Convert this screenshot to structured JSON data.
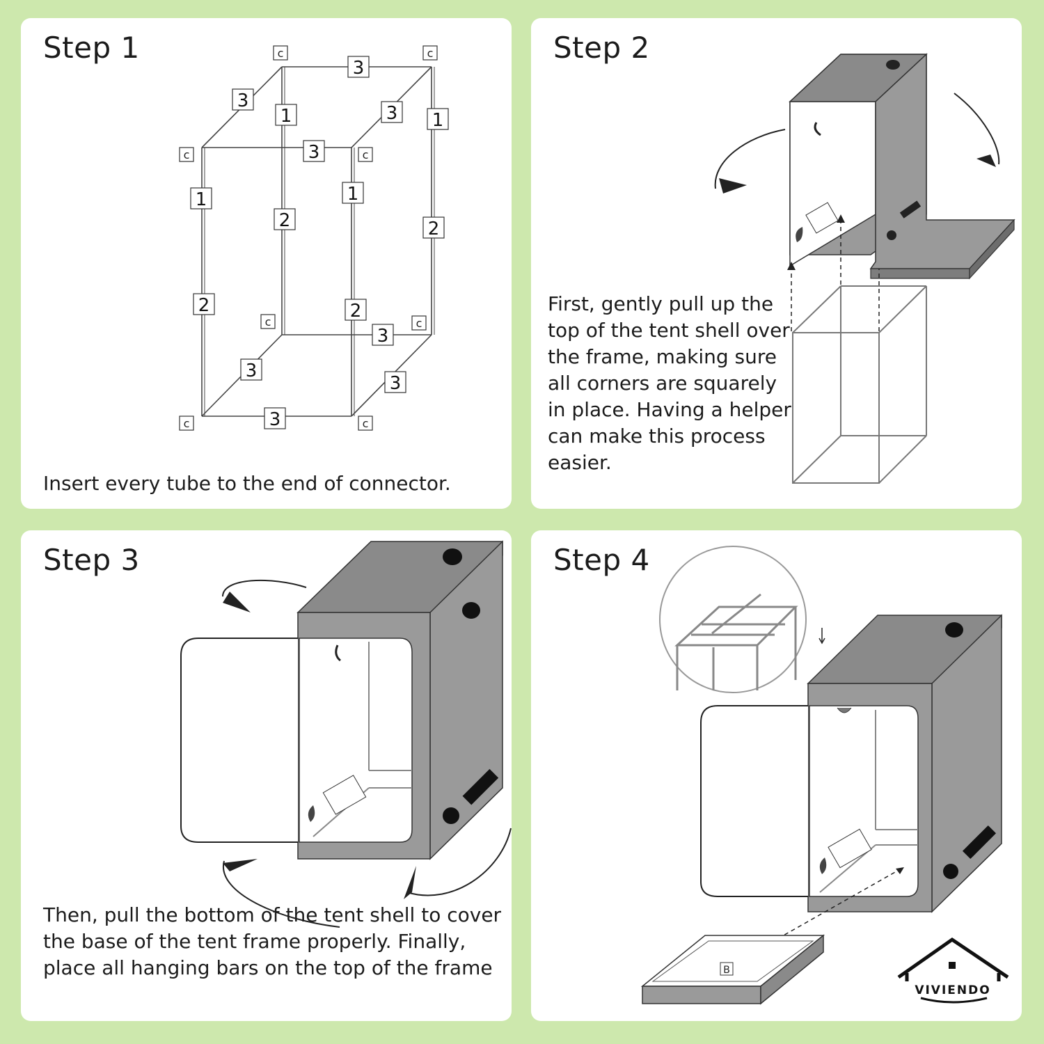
{
  "steps": [
    {
      "title": "Step 1",
      "text": "Insert every tube to the end of connector."
    },
    {
      "title": "Step 2",
      "text": "First, gently pull up the top of the tent shell over the frame, making sure all corners are squarely in place. Having a helper can make this process easier."
    },
    {
      "title": "Step 3",
      "text": "Then, pull the bottom of the tent shell to cover the base of the tent frame properly. Finally, place all hanging bars on the top of the frame"
    },
    {
      "title": "Step 4",
      "text": ""
    }
  ],
  "frame_labels": {
    "connector": "c",
    "tube1": "1",
    "tube2": "2",
    "tube3": "3",
    "base": "B"
  },
  "brand": {
    "name": "VIVIENDO"
  },
  "colors": {
    "background": "#cde8ad",
    "panel": "#ffffff",
    "tent": "#9a9a9a",
    "tent_dark": "#7d7d7d"
  }
}
